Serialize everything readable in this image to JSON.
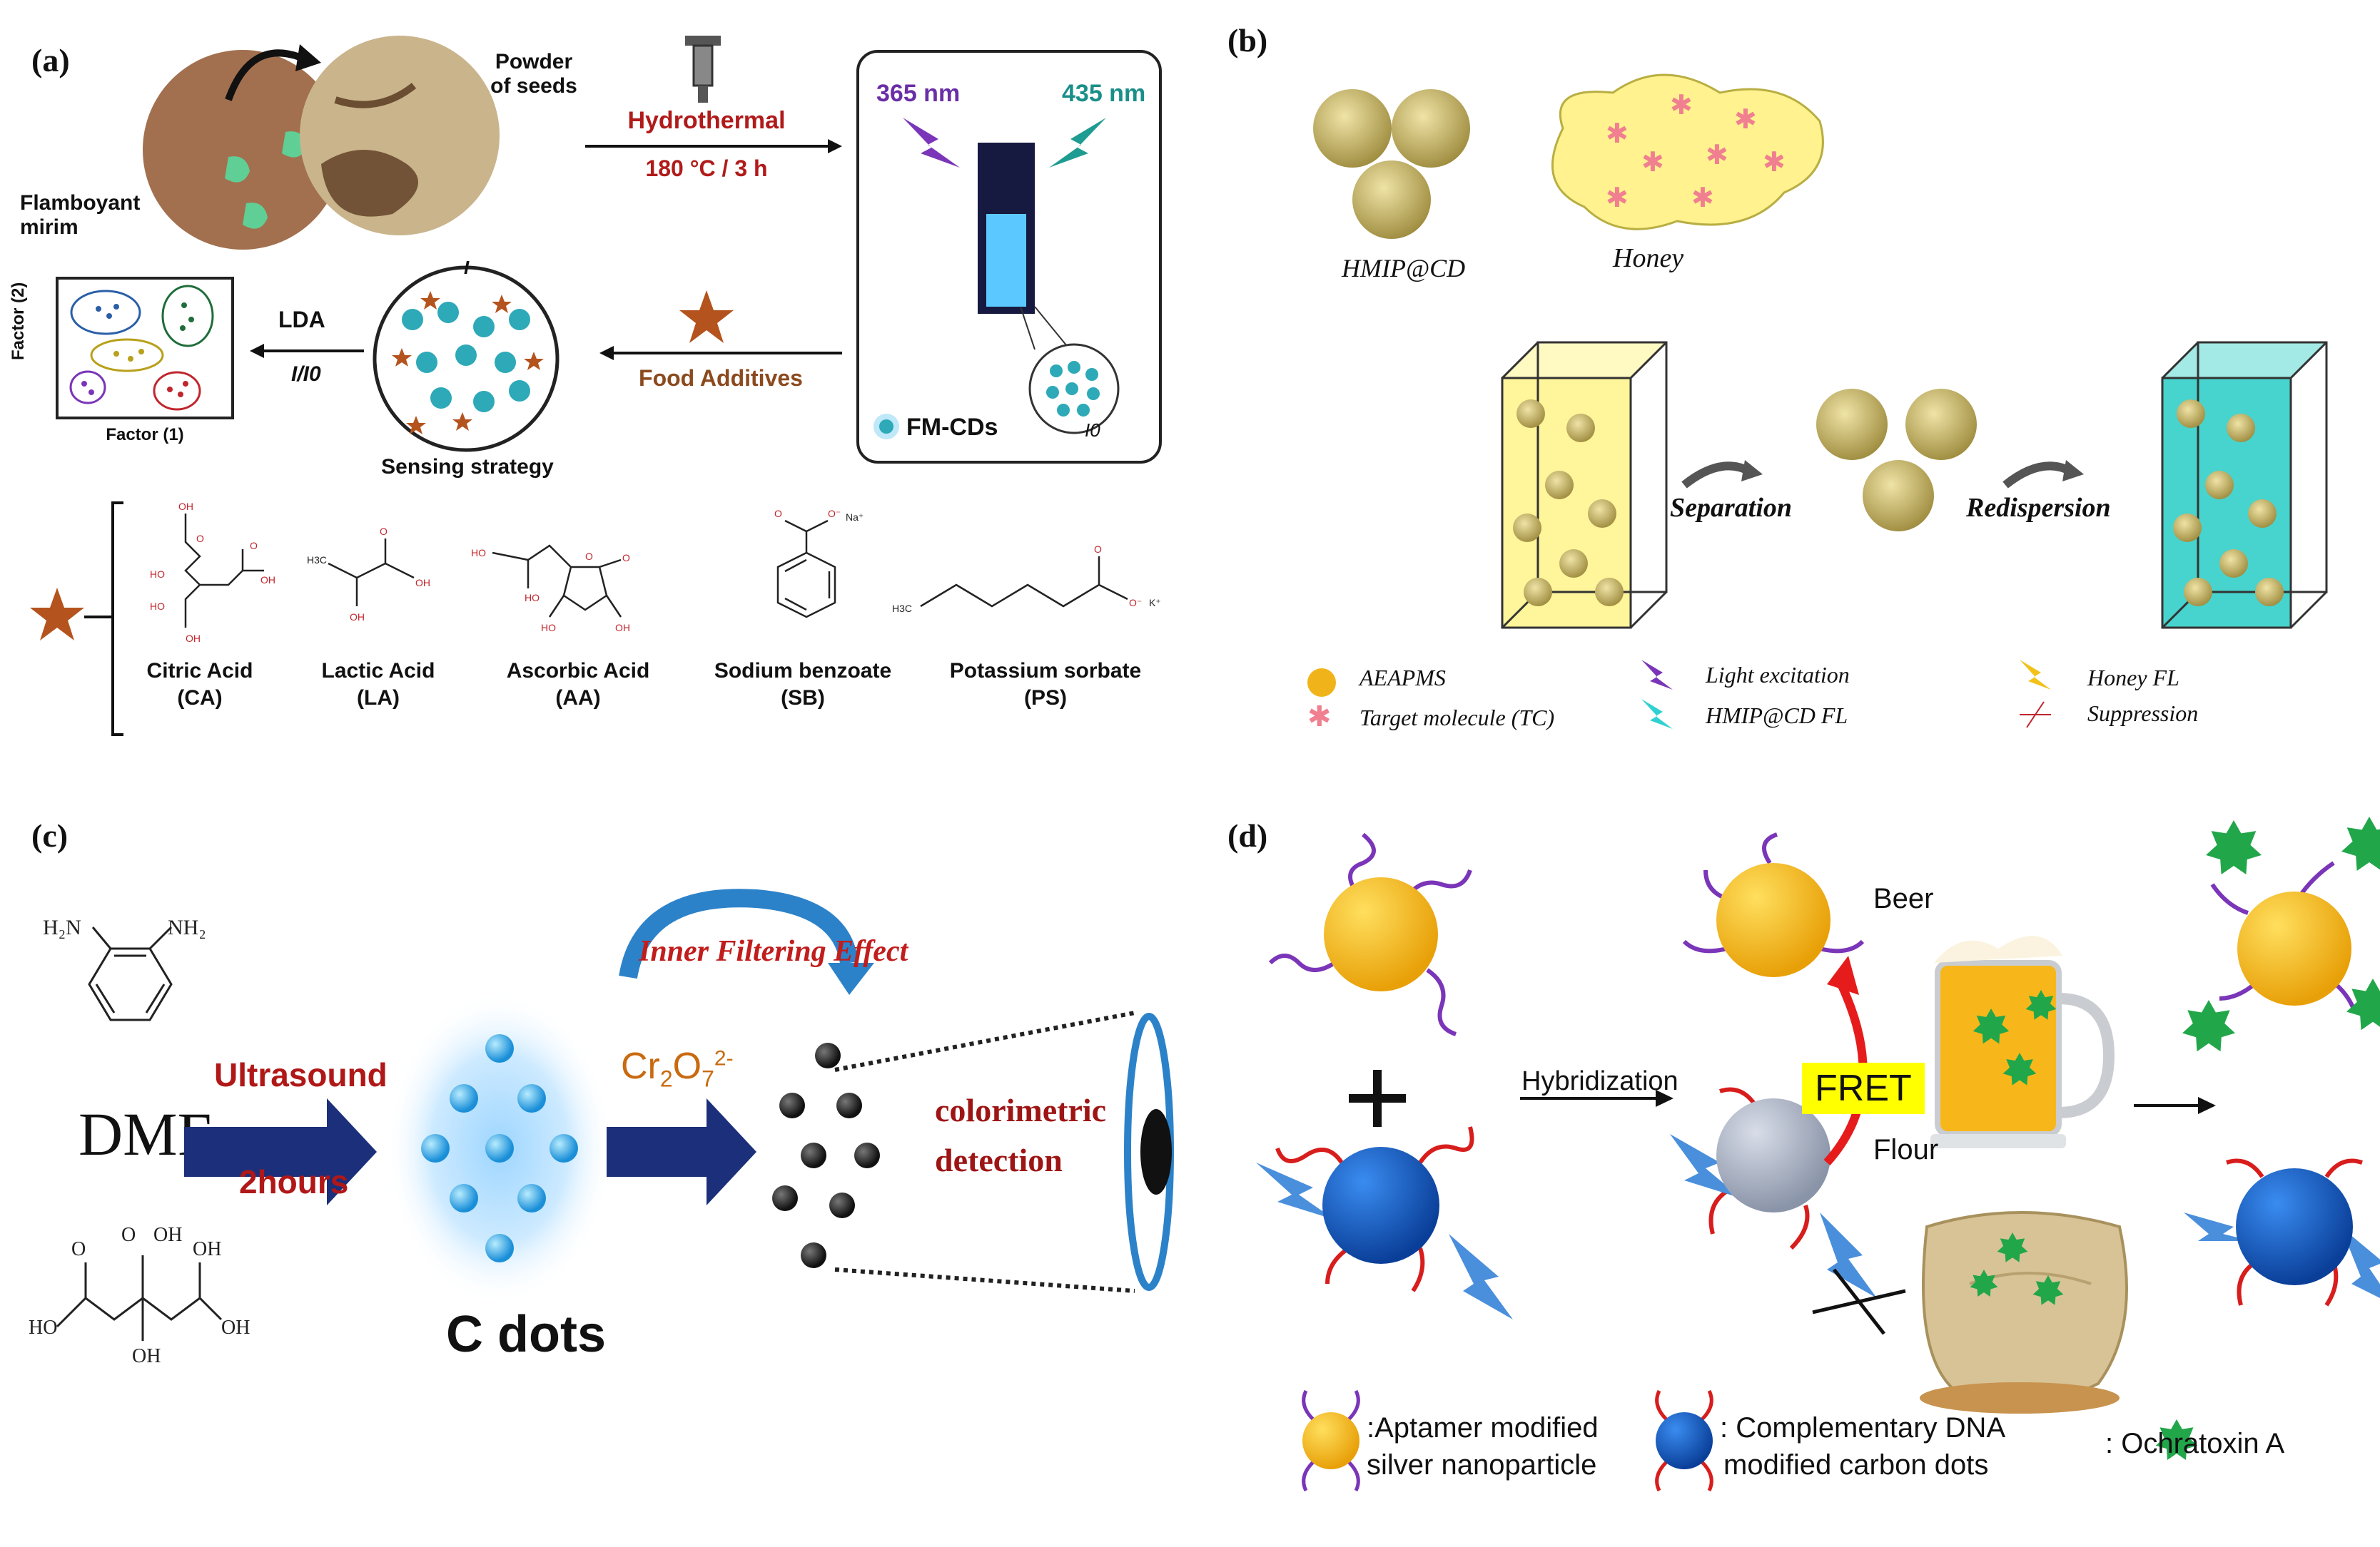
{
  "panels": {
    "a": {
      "label": "(a)",
      "seed_label": "Flamboyant mirim",
      "powder_label": "Powder of seeds",
      "process_top": "Hydrothermal",
      "process_bottom": "180 °C / 3 h",
      "excitation": "365 nm",
      "emission": "435 nm",
      "cd_label": "FM-CDs",
      "i0": "I0",
      "i_label": "I",
      "lda": "LDA",
      "ratio": "I/I0",
      "food_additives": "Food Additives",
      "sensing": "Sensing strategy",
      "factor1": "Factor (1)",
      "factor2": "Factor (2)",
      "compounds": [
        {
          "name": "Citric Acid",
          "abbr": "(CA)"
        },
        {
          "name": "Lactic Acid",
          "abbr": "(LA)"
        },
        {
          "name": "Ascorbic Acid",
          "abbr": "(AA)"
        },
        {
          "name": "Sodium benzoate",
          "abbr": "(SB)"
        },
        {
          "name": "Potassium sorbate",
          "abbr": "(PS)"
        }
      ],
      "colors": {
        "process": "#b11a1a",
        "excite": "#6a2ea6",
        "emit": "#1a8f8a",
        "additive": "#8b4a1e"
      }
    },
    "b": {
      "label": "(b)",
      "hmip": "HMIP@CD",
      "honey": "Honey",
      "separation": "Separation",
      "redispersion": "Redispersion",
      "legend": [
        {
          "name": "AEAPMS",
          "icon": "gold-sphere-icon"
        },
        {
          "name": "Target molecule (TC)",
          "icon": "pink-star-icon"
        },
        {
          "name": "Light excitation",
          "icon": "purple-bolt-icon"
        },
        {
          "name": "HMIP@CD FL",
          "icon": "cyan-bolt-icon"
        },
        {
          "name": "Honey FL",
          "icon": "yellow-bolt-icon"
        },
        {
          "name": "Suppression",
          "icon": "cross-icon"
        }
      ]
    },
    "c": {
      "label": "(c)",
      "reagent": "DMF",
      "step1_top": "Ultrasound",
      "step1_bottom": "2hours",
      "product": "C dots",
      "analyte": "Cr2O7 2-",
      "effect": "Inner Filtering Effect",
      "detection_1": "colorimetric",
      "detection_2": "detection",
      "colors": {
        "arrow": "#1c2f7a",
        "text_red": "#b01818"
      }
    },
    "d": {
      "label": "(d)",
      "hybridization": "Hybridization",
      "fret": "FRET",
      "beer": "Beer",
      "flour": "Flour",
      "legend": [
        {
          "line1": ":Aptamer modified",
          "line2": "silver nanoparticle"
        },
        {
          "line1": ": Complementary DNA",
          "line2": "modified carbon dots"
        },
        {
          "line1": ": Ochratoxin A",
          "line2": ""
        }
      ],
      "colors": {
        "gold": "#f6b616",
        "blue": "#1562c0",
        "green": "#22a64a",
        "fret_bg": "#ffff00"
      }
    }
  }
}
